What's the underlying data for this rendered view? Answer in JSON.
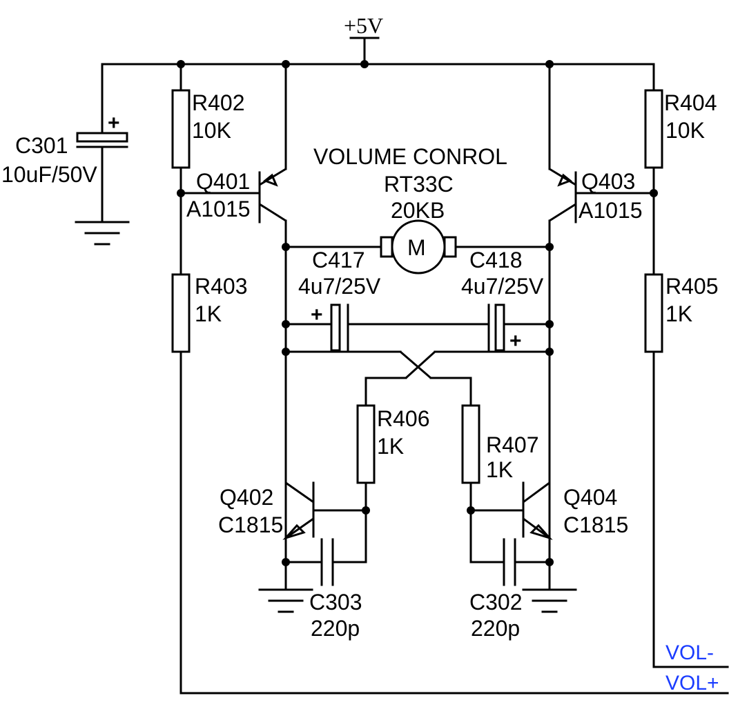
{
  "supply": {
    "label": "+5V"
  },
  "title": {
    "line1": "VOLUME CONROL",
    "line2": "RT33C",
    "line3": "20KB"
  },
  "motor": {
    "symbol": "M"
  },
  "components": {
    "c301": {
      "name": "C301",
      "value": "10uF/50V"
    },
    "r402": {
      "name": "R402",
      "value": "10K"
    },
    "r403": {
      "name": "R403",
      "value": "1K"
    },
    "r404": {
      "name": "R404",
      "value": "10K"
    },
    "r405": {
      "name": "R405",
      "value": "1K"
    },
    "r406": {
      "name": "R406",
      "value": "1K"
    },
    "r407": {
      "name": "R407",
      "value": "1K"
    },
    "q401": {
      "name": "Q401",
      "value": "A1015"
    },
    "q402": {
      "name": "Q402",
      "value": "C1815"
    },
    "q403": {
      "name": "Q403",
      "value": "A1015"
    },
    "q404": {
      "name": "Q404",
      "value": "C1815"
    },
    "c417": {
      "name": "C417",
      "value": "4u7/25V"
    },
    "c418": {
      "name": "C418",
      "value": "4u7/25V"
    },
    "c303": {
      "name": "C303",
      "value": "220p"
    },
    "c302": {
      "name": "C302",
      "value": "220p"
    }
  },
  "polarity": {
    "plus": "+"
  },
  "outputs": {
    "vol_minus": "VOL-",
    "vol_plus": "VOL+"
  },
  "colors": {
    "wire": "#000000",
    "output_label": "#1a3cff"
  }
}
